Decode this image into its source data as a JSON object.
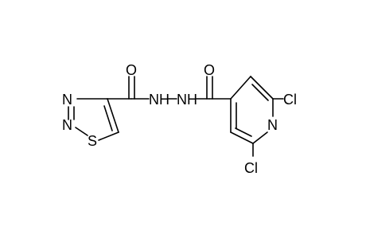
{
  "colors": {
    "bond": "#000000",
    "label": "#000000",
    "background": "#ffffff"
  },
  "atoms": {
    "o_left": "O",
    "n_ring_top": "N",
    "n_ring_bottom": "N",
    "s_ring": "S",
    "nh_left": "NH",
    "nh_right": "NH",
    "o_right": "O",
    "cl_top": "Cl",
    "n_pyridine": "N",
    "cl_bottom": "Cl"
  }
}
